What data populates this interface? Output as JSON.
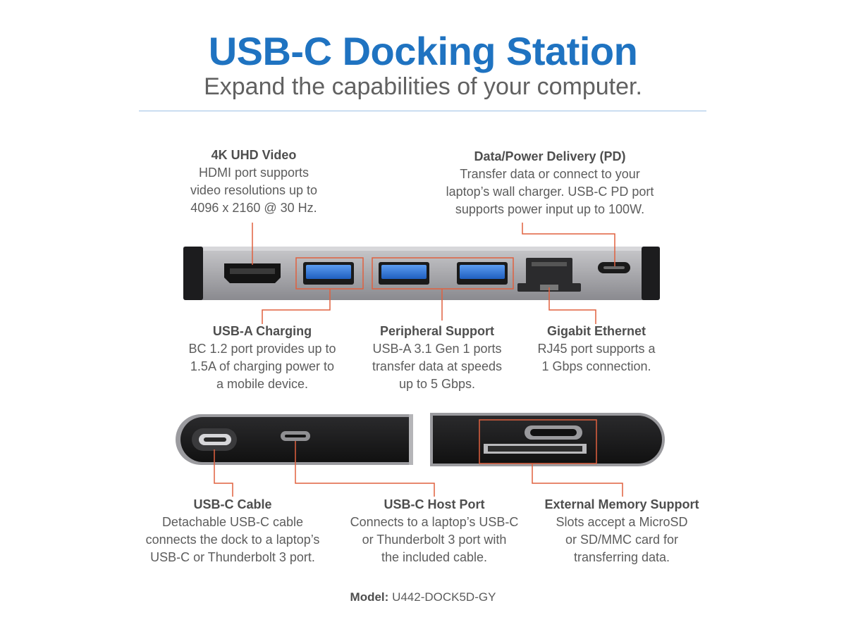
{
  "header": {
    "title": "USB-C Docking Station",
    "subtitle": "Expand the capabilities of your computer."
  },
  "callouts": {
    "video": {
      "heading": "4K UHD Video",
      "lines": [
        "HDMI port supports",
        "video resolutions up to",
        "4096 x 2160 @ 30 Hz."
      ]
    },
    "pd": {
      "heading": "Data/Power Delivery (PD)",
      "lines": [
        "Transfer data or connect to your",
        "laptop’s wall charger. USB-C PD port",
        "supports power input up to 100W."
      ]
    },
    "charging": {
      "heading": "USB-A Charging",
      "lines": [
        "BC 1.2 port provides up to",
        "1.5A of charging power to",
        "a mobile device."
      ]
    },
    "peripheral": {
      "heading": "Peripheral Support",
      "lines": [
        "USB-A 3.1 Gen 1 ports",
        "transfer data at speeds",
        "up to 5 Gbps."
      ]
    },
    "ethernet": {
      "heading": "Gigabit Ethernet",
      "lines": [
        "RJ45 port supports a",
        "1 Gbps connection."
      ]
    },
    "cable": {
      "heading": "USB-C Cable",
      "lines": [
        "Detachable USB-C cable",
        "connects the dock to a laptop’s",
        "USB-C or Thunderbolt 3 port."
      ]
    },
    "host": {
      "heading": "USB-C Host Port",
      "lines": [
        "Connects to a laptop’s USB-C",
        "or Thunderbolt 3 port with",
        "the included cable."
      ]
    },
    "memory": {
      "heading": "External Memory Support",
      "lines": [
        "Slots accept a MicroSD",
        "or SD/MMC card for",
        "transferring data."
      ]
    }
  },
  "footer": {
    "model_label": "Model:",
    "model_value": "U442-DOCK5D-GY"
  },
  "colors": {
    "title": "#1f73c1",
    "callout_line": "#e0603f",
    "rule": "#9cc0e4",
    "port_blue": "#2f77d6",
    "body_gray": "#8e8e92"
  }
}
